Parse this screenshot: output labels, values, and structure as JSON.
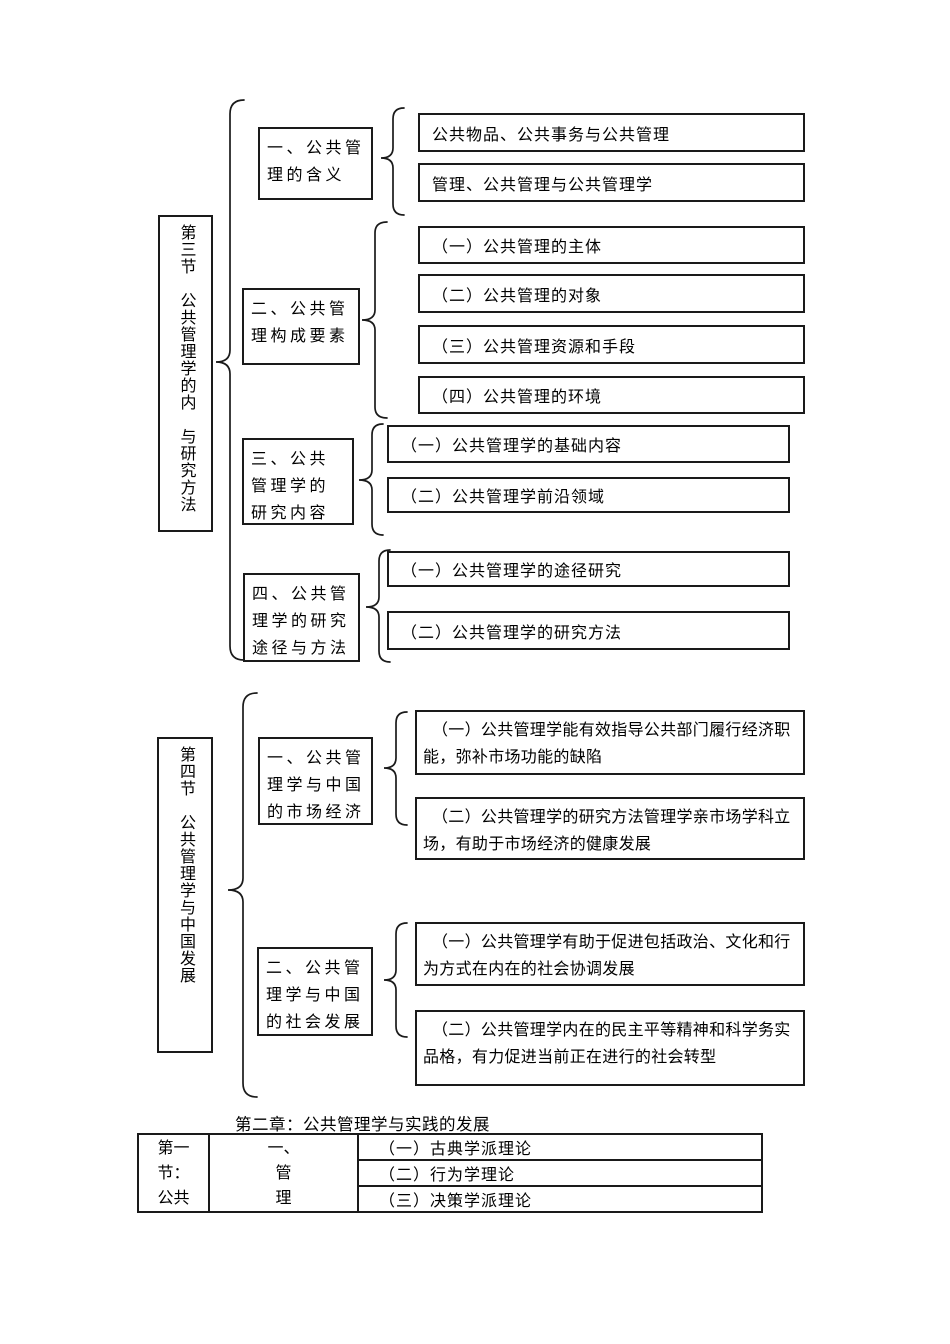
{
  "page": {
    "background": "#ffffff",
    "ink": "#1a1a1a"
  },
  "section3": {
    "node_label": "第三节　公共管理学的内　与研究方法",
    "branches": [
      {
        "label": "一、公共管理的含义",
        "children": [
          "公共物品、公共事务与公共管理",
          "管理、公共管理与公共管理学"
        ]
      },
      {
        "label": "二、公共管理构成要素",
        "children": [
          "（一）公共管理的主体",
          "（二）公共管理的对象",
          "（三）公共管理资源和手段",
          "（四）公共管理的环境"
        ]
      },
      {
        "label": "三、公共管理学的研究内容",
        "children": [
          "（一）公共管理学的基础内容",
          "（二）公共管理学前沿领域"
        ]
      },
      {
        "label": "四、公共管理学的研究途径与方法",
        "children": [
          "（一）公共管理学的途径研究",
          "（二）公共管理学的研究方法"
        ]
      }
    ]
  },
  "section4": {
    "node_label": "第四节　公共管理学与中国发展",
    "branches": [
      {
        "label": "一、公共管理学与中国的市场经济",
        "children": [
          "（一）公共管理学能有效指导公共部门履行经济职能，弥补市场功能的缺陷",
          "（二）公共管理学的研究方法管理学亲市场学科立场，有助于市场经济的健康发展"
        ]
      },
      {
        "label": "二、公共管理学与中国的社会发展",
        "children": [
          "（一）公共管理学有助于促进包括政治、文化和行为方式在内在的社会协调发展",
          "（二）公共管理学内在的民主平等精神和科学务实品格，有力促进当前正在进行的社会转型"
        ]
      }
    ]
  },
  "chapter2": {
    "heading": "第二章：公共管理学与实践的发展",
    "table": {
      "col1_lines": [
        "第一",
        "节：",
        "公共"
      ],
      "col2_lines": [
        "一、",
        "管",
        "理"
      ],
      "rows": [
        "（一）古典学派理论",
        "（二）行为学理论",
        "（三）决策学派理论"
      ]
    }
  }
}
